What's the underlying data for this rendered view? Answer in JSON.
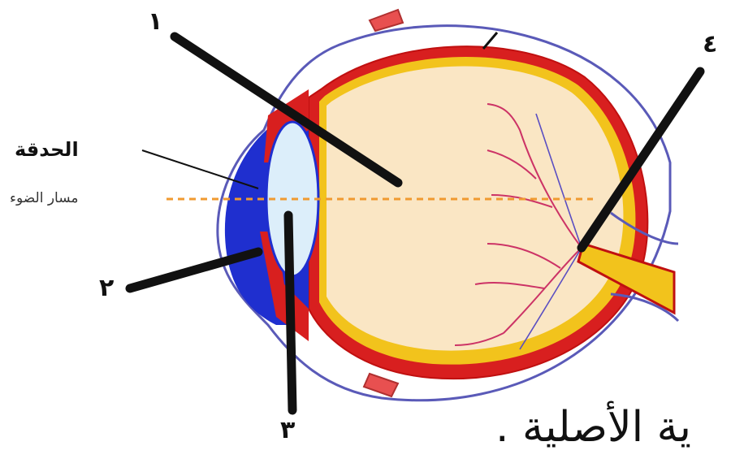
{
  "labels": {
    "n1": "١",
    "n2": "٢",
    "n3": "٣",
    "n4": "٤",
    "pupil": "الحدقة",
    "light_path": "مسار الضوء"
  },
  "caption": "ية الأصلية ."
}
